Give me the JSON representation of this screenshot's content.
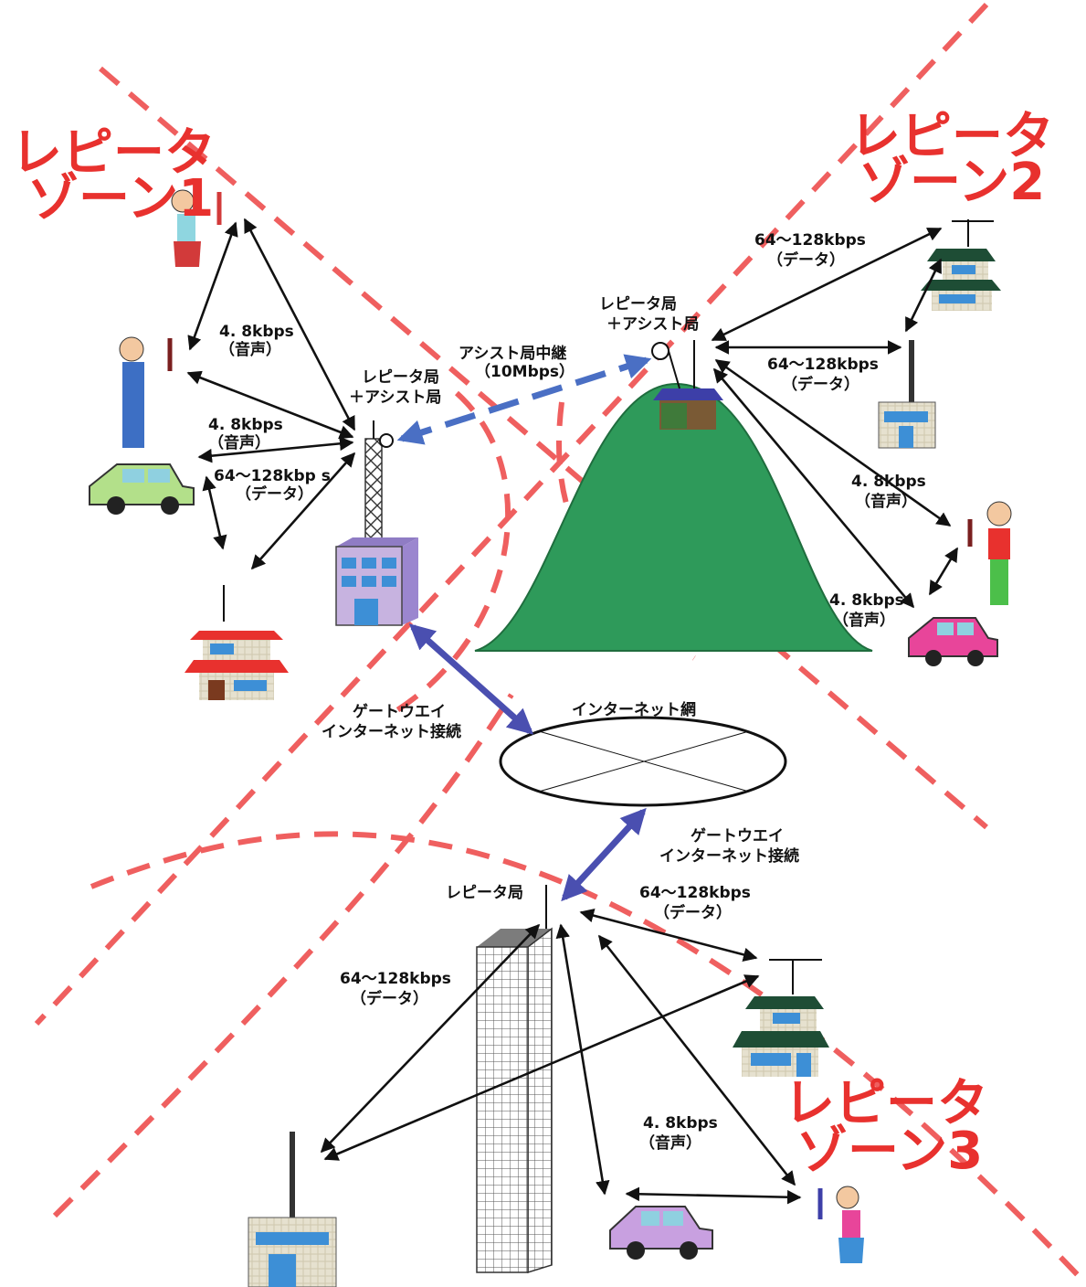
{
  "zones": {
    "zone1": [
      "レピータ",
      "ゾーン1"
    ],
    "zone2": [
      "レピータ",
      "ゾーン2"
    ],
    "zone3": [
      "レピータ",
      "ゾーン3"
    ]
  },
  "stations": {
    "left_station": [
      "レピータ局",
      "＋アシスト局"
    ],
    "mountain_station": [
      "レピータ局",
      "＋アシスト局"
    ],
    "bottom_station": "レピータ局"
  },
  "links": {
    "assist_relay": [
      "アシスト局中継",
      "（10Mbps）"
    ],
    "internet": "インターネット網",
    "gateway_upper": [
      "ゲートウエイ",
      "インターネット接続"
    ],
    "gateway_lower": [
      "ゲートウエイ",
      "インターネット接続"
    ]
  },
  "rates": {
    "z1_voice_a": [
      "4. 8kbps",
      "（音声）"
    ],
    "z1_voice_b": [
      "4. 8kbps",
      "（音声）"
    ],
    "z1_data": [
      "64〜128kbp s",
      "（データ）"
    ],
    "z2_data_a": [
      "64〜128kbps",
      "（データ）"
    ],
    "z2_data_b": [
      "64〜128kbps",
      "（データ）"
    ],
    "z2_voice_a": [
      "4. 8kbps",
      "（音声）"
    ],
    "z2_voice_b": [
      "4. 8kbps",
      "（音声）"
    ],
    "z3_data_a": [
      "64〜128kbps",
      "（データ）"
    ],
    "z3_data_b": [
      "64〜128kbps",
      "（データ）"
    ],
    "z3_voice": [
      "4. 8kbps",
      "（音声）"
    ]
  },
  "colors": {
    "zone_text": "#e8312e",
    "zone_boundary": "#ef5f5f",
    "backbone_arrow": "#4a4fb0",
    "mountain": "#2e9a5a"
  }
}
